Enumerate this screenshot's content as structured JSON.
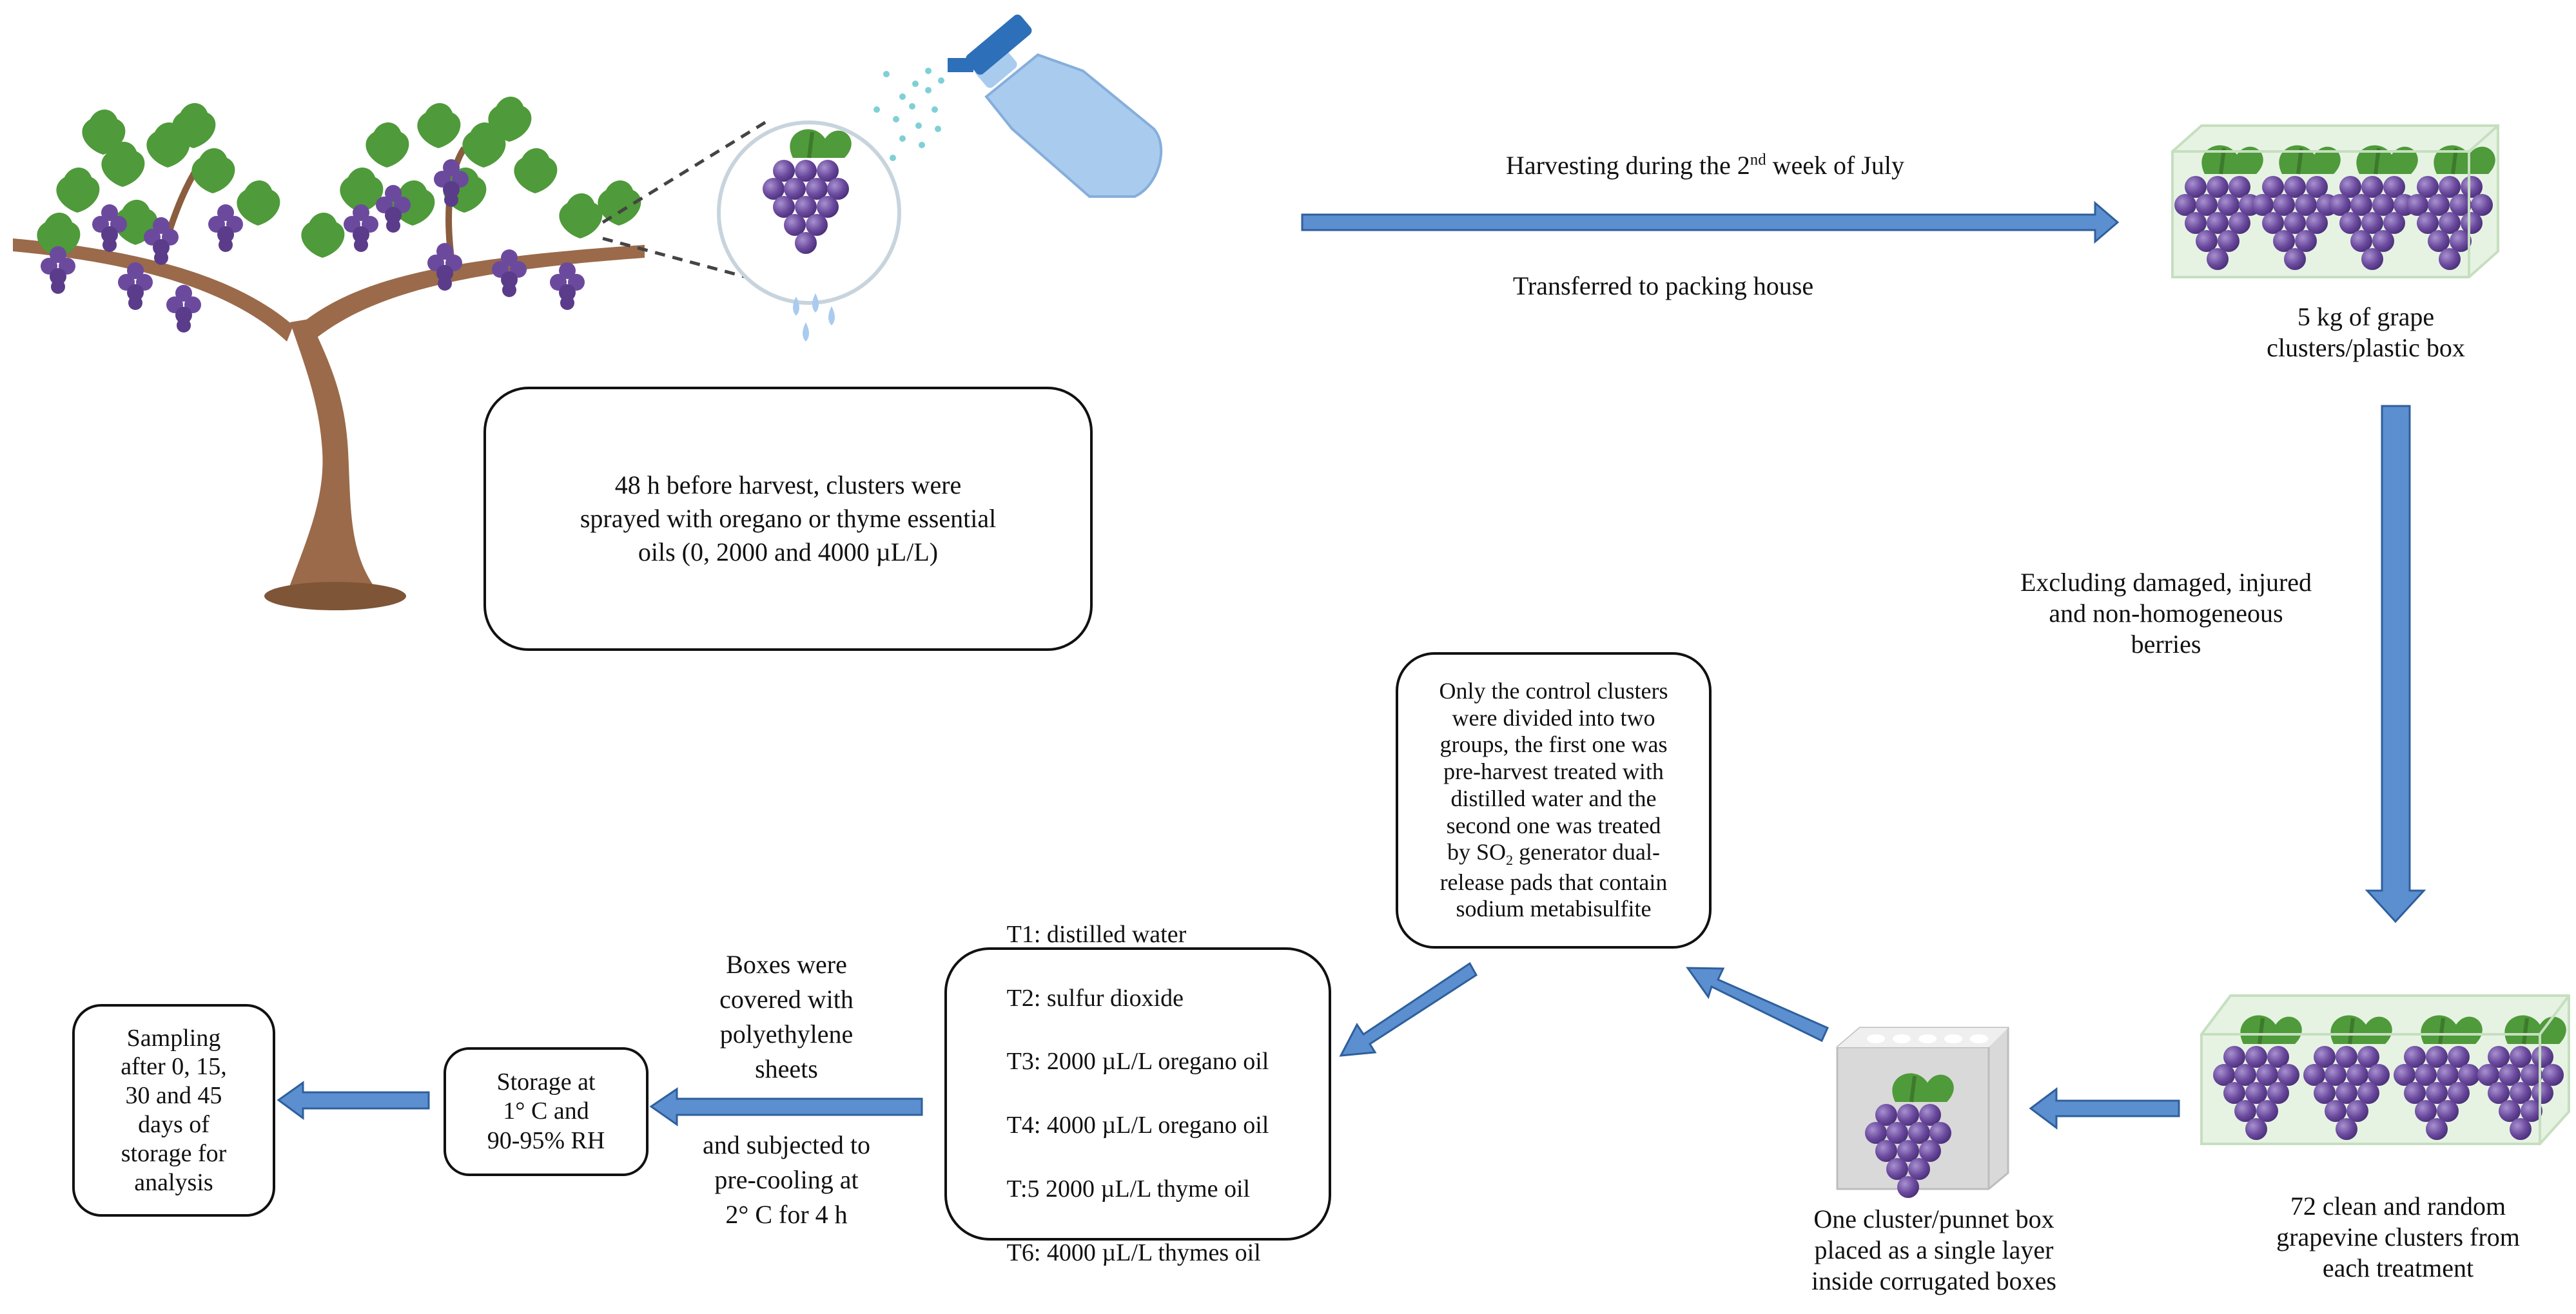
{
  "figure": {
    "preharvest_box": "48 h before harvest, clusters were\nsprayed with oregano or thyme essential\noils (0, 2000 and 4000 µL/L)",
    "harvest_label_a": "Harvesting during the 2",
    "harvest_label_sup": "nd",
    "harvest_label_b": " week of July",
    "transfer_label": "Transferred to packing house",
    "box_5kg_label": "5 kg of grape\nclusters/plastic box",
    "excluding_label": "Excluding damaged, injured\nand non-homogeneous\nberries",
    "clusters72_label": "72 clean and random\ngrapevine clusters from\neach treatment",
    "punnet_label": "One cluster/punnet box\nplaced as a single layer\ninside corrugated boxes",
    "control_box_a": "Only the control clusters\nwere divided into two\ngroups, the first one was\npre-harvest treated with\ndistilled water and the\nsecond one was treated\nby SO",
    "control_box_sub": "2",
    "control_box_b": " generator dual-\nrelease pads that contain\nsodium metabisulfite",
    "treatments": [
      "T1: distilled water",
      "T2: sulfur dioxide",
      "T3: 2000 µL/L  oregano oil",
      "T4: 4000 µL/L  oregano oil",
      "T:5 2000 µL/L  thyme oil",
      "T6: 4000 µL/L  thymes oil"
    ],
    "boxes_covered_label": "Boxes were\ncovered with\npolyethylene\nsheets",
    "precooling_label": "and subjected to\npre-cooling at\n2° C for 4 h",
    "storage_box": "Storage at\n1° C and\n90-95% RH",
    "sampling_box": "Sampling\nafter 0, 15,\n30 and 45\ndays of\nstorage for\nanalysis"
  },
  "colors": {
    "arrow_fill": "#5b8fd0",
    "arrow_stroke": "#2f5f9c",
    "grape": "#6b4a9e",
    "leaf": "#4f9a3a",
    "trunk": "#9a6a4a",
    "bottle": "#a9cbee",
    "box_glass": "#e6f3e3"
  },
  "icons": [
    "grapevine-icon",
    "spray-bottle-icon",
    "magnifier-grape-icon",
    "plastic-box-icon",
    "punnet-box-icon"
  ]
}
